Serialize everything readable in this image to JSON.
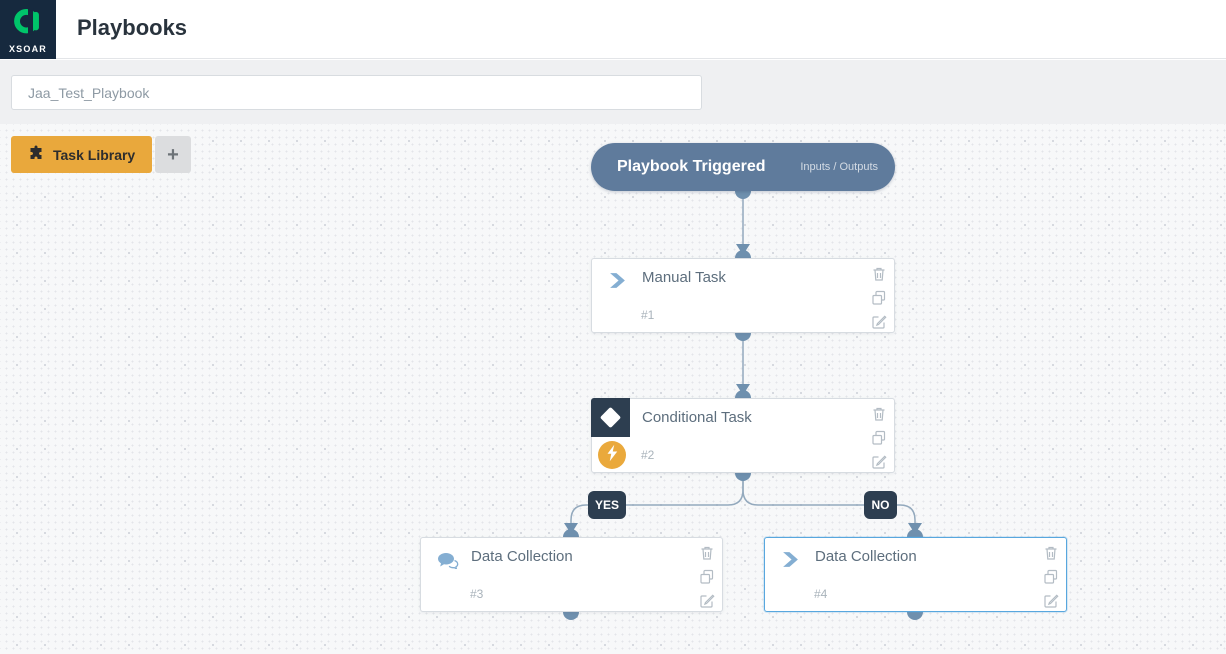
{
  "app": {
    "logo_text": "XSOAR",
    "page_title": "Playbooks"
  },
  "toolbar": {
    "playbook_name_input": {
      "value": "Jaa_Test_Playbook"
    }
  },
  "canvas": {
    "task_library_button": "Task Library",
    "add_task_button": "+",
    "trigger": {
      "title": "Playbook Triggered",
      "inputs_outputs_link": "Inputs / Outputs"
    },
    "nodes": [
      {
        "id": "#1",
        "title": "Manual Task",
        "icon": "chevron-icon",
        "selected": false
      },
      {
        "id": "#2",
        "title": "Conditional Task",
        "icon": "diamond-icon",
        "badge_icon": "lightning-icon",
        "selected": false
      },
      {
        "id": "#3",
        "title": "Data Collection",
        "icon": "chat-bubble-icon",
        "selected": false
      },
      {
        "id": "#4",
        "title": "Data Collection",
        "icon": "chevron-icon",
        "selected": true
      }
    ],
    "branches": {
      "yes_label": "YES",
      "no_label": "NO"
    },
    "node_actions": [
      "trash-icon",
      "copy-icon",
      "edit-icon"
    ]
  },
  "colors": {
    "accent_orange": "#E9A83C",
    "node_header_blue": "#5F7B9C",
    "dark_navy": "#2D3E50",
    "selected_blue": "#58A7DE",
    "connector_line": "#93A9BD",
    "connector_dot": "#6F90AE",
    "badge_orange": "#EAA93C",
    "logo_green": "#00C56A",
    "logo_navy": "#16293E",
    "icon_blue": "#84AED2"
  }
}
